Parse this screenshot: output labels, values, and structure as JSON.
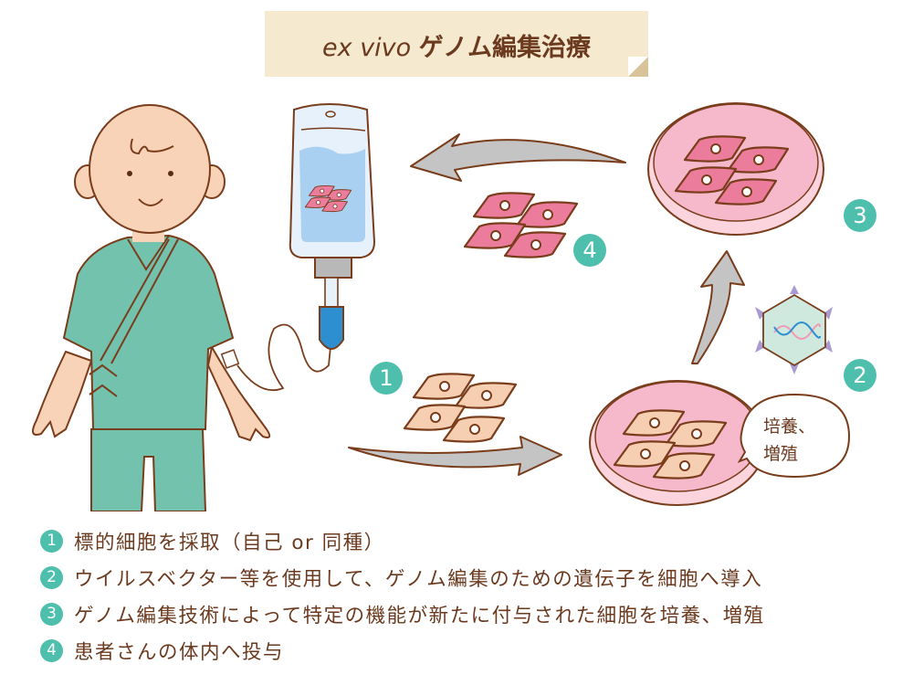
{
  "title": {
    "latin": "ex vivo",
    "jp": "ゲノム編集治療"
  },
  "diagram": {
    "steps": [
      {
        "num": "1",
        "label": "cells-collected"
      },
      {
        "num": "2",
        "label": "viral-vector"
      },
      {
        "num": "3",
        "label": "edited-cells-cultured"
      },
      {
        "num": "4",
        "label": "cells-administered"
      }
    ],
    "bubble": {
      "line1": "培養、",
      "line2": "増殖"
    }
  },
  "legend": {
    "items": [
      {
        "num": "1",
        "text": "標的細胞を採取（自己 or 同種）"
      },
      {
        "num": "2",
        "text": "ウイルスベクター等を使用して、ゲノム編集のための遺伝子を細胞へ導入"
      },
      {
        "num": "3",
        "text": "ゲノム編集技術によって特定の機能が新たに付与された細胞を培養、増殖"
      },
      {
        "num": "4",
        "text": "患者さんの体内へ投与"
      }
    ]
  },
  "colors": {
    "accent_teal": "#4fbfad",
    "text_brown": "#6b3a1f",
    "banner_bg": "#f5e9cf",
    "gown": "#72c2ad",
    "skin": "#f8d3b8",
    "dish_pink": "#f6b9cb",
    "cell_pink": "#ec7c9c",
    "cell_beige": "#f6cfb2",
    "bag_blue": "#a9d0f0",
    "arrow_gray": "#c4c4c4"
  }
}
